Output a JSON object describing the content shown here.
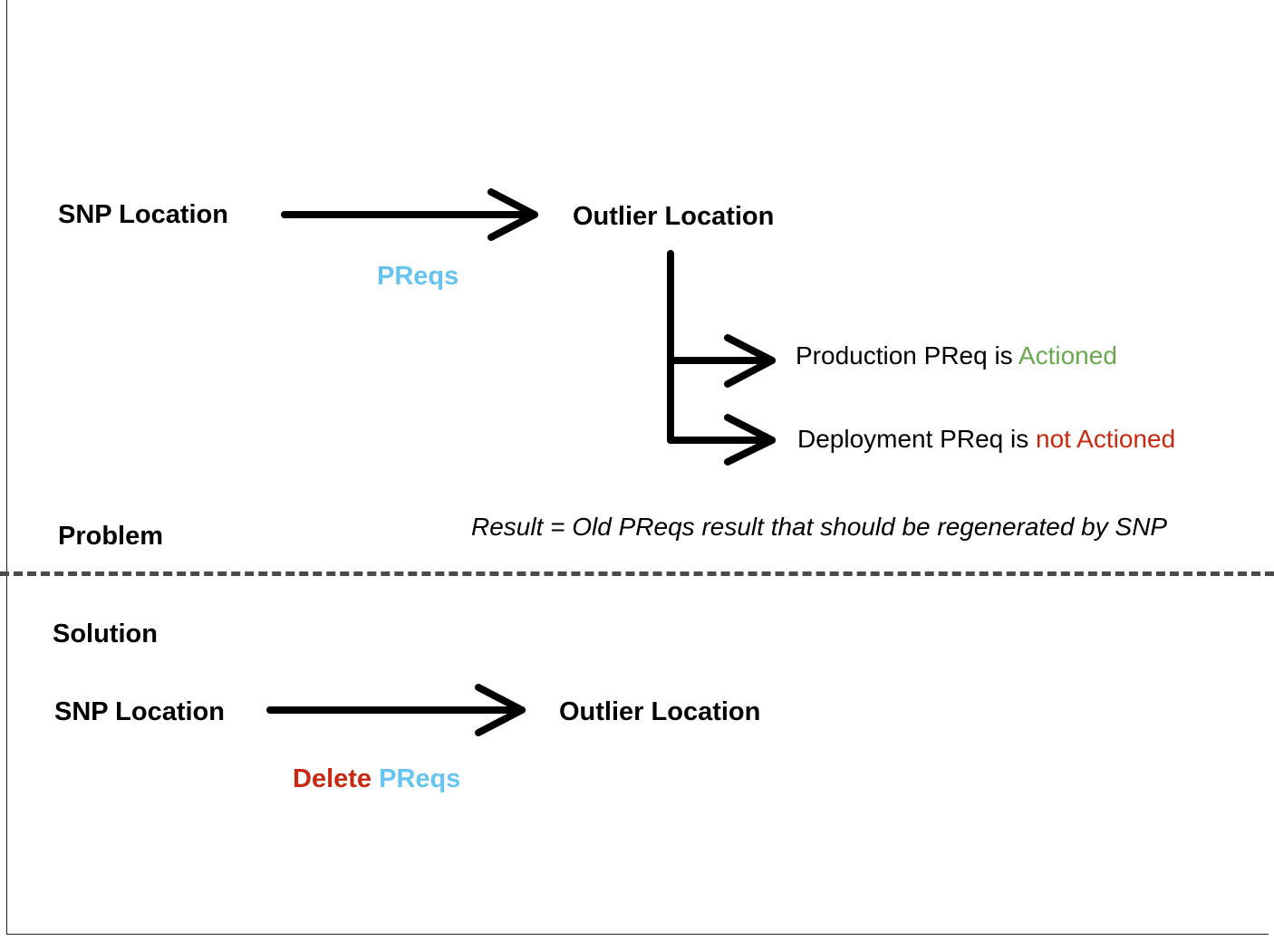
{
  "problem": {
    "heading": "Problem",
    "source": "SNP Location",
    "target": "Outlier Location",
    "edge_label": "PReqs",
    "branches": [
      {
        "prefix": "Production PReq is ",
        "status": "Actioned"
      },
      {
        "prefix": "Deployment PReq is ",
        "status": "not Actioned"
      }
    ],
    "result": "Result = Old PReqs result that should be regenerated by SNP"
  },
  "solution": {
    "heading": "Solution",
    "source": "SNP Location",
    "target": "Outlier Location",
    "edge_label_action": "Delete",
    "edge_label_object": "PReqs"
  },
  "colors": {
    "preqs": "#66c4ef",
    "actioned": "#6aa84f",
    "not_actioned": "#c8280f",
    "delete": "#c8280f",
    "text": "#000000",
    "divider": "#4a4a4a"
  }
}
